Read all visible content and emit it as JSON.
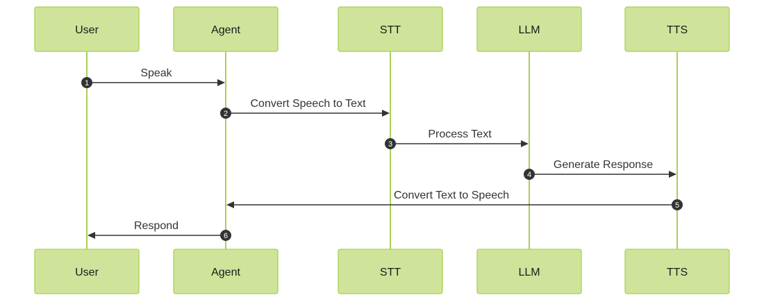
{
  "participants": [
    {
      "id": "user",
      "label": "User"
    },
    {
      "id": "agent",
      "label": "Agent"
    },
    {
      "id": "stt",
      "label": "STT"
    },
    {
      "id": "llm",
      "label": "LLM"
    },
    {
      "id": "tts",
      "label": "TTS"
    }
  ],
  "messages": [
    {
      "number": "1",
      "from": "user",
      "to": "agent",
      "label": "Speak"
    },
    {
      "number": "2",
      "from": "agent",
      "to": "stt",
      "label": "Convert Speech to Text"
    },
    {
      "number": "3",
      "from": "stt",
      "to": "llm",
      "label": "Process Text"
    },
    {
      "number": "4",
      "from": "llm",
      "to": "tts",
      "label": "Generate Response"
    },
    {
      "number": "5",
      "from": "tts",
      "to": "agent",
      "label": "Convert Text to Speech"
    },
    {
      "number": "6",
      "from": "agent",
      "to": "user",
      "label": "Respond"
    }
  ],
  "colors": {
    "actor_fill": "#cfe49a",
    "actor_stroke": "#a9d054",
    "lifeline": "#a9d054",
    "message": "#333333"
  }
}
